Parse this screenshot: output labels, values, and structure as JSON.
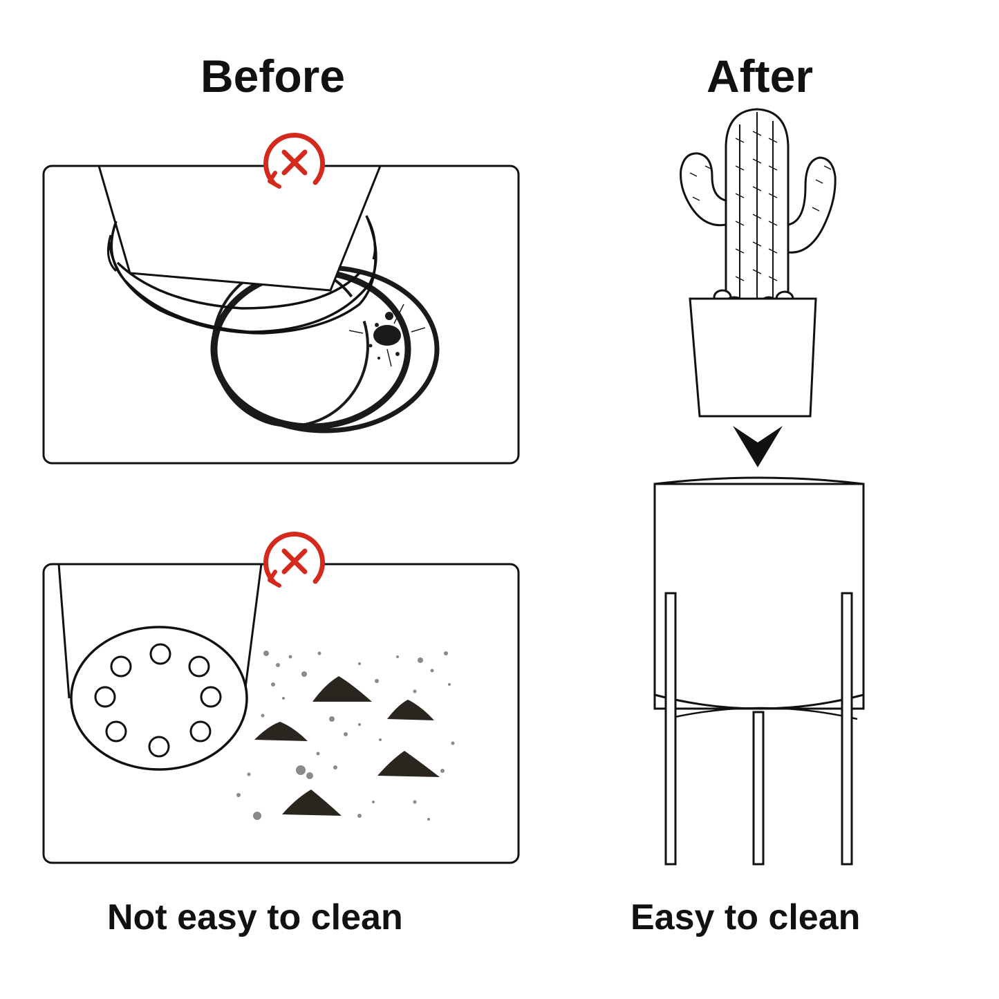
{
  "headings": {
    "before": "Before",
    "after": "After"
  },
  "captions": {
    "before": "Not easy to clean",
    "after": "Easy to clean"
  },
  "icons": {
    "bad_marker": "x-circle-icon",
    "arrow": "arrow-down-icon"
  },
  "colors": {
    "ink": "#111111",
    "warning": "#d42a1e",
    "soil": "#2b2520",
    "speck": "#8a8a8a"
  }
}
